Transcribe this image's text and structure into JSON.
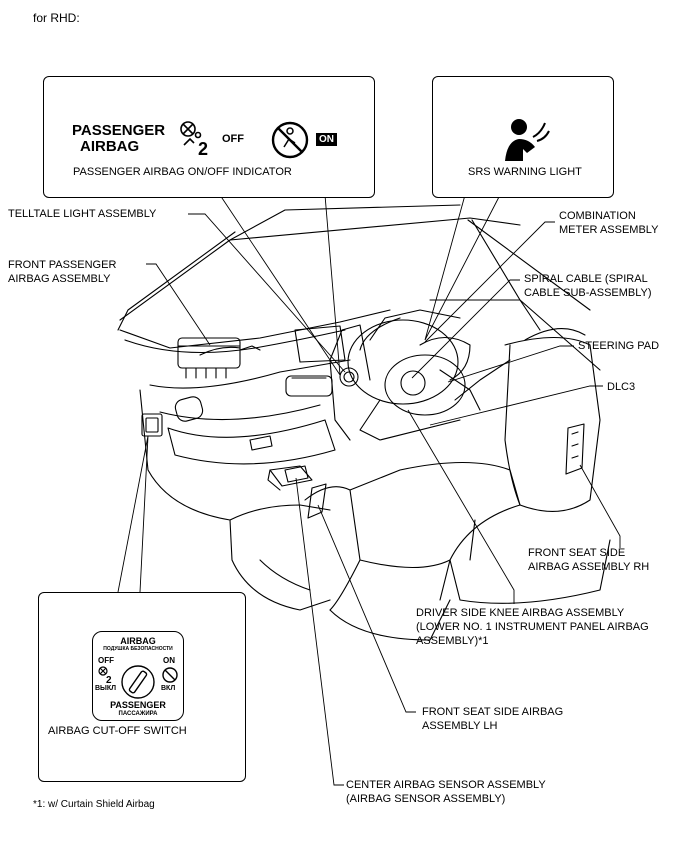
{
  "header": {
    "variant_label": "for RHD:"
  },
  "indicator_box": {
    "title_line1": "PASSENGER",
    "title_line2": "AIRBAG",
    "off_label": "OFF",
    "on_label": "ON",
    "caption": "PASSENGER AIRBAG ON/OFF INDICATOR"
  },
  "warning_box": {
    "caption": "SRS WARNING LIGHT"
  },
  "switch_box": {
    "panel_title": "AIRBAG",
    "panel_subtitle": "ПОДУШКА БЕЗОПАСНОСТИ",
    "off_label": "OFF",
    "on_label": "ON",
    "off_ru": "ВЫКЛ",
    "on_ru": "ВКЛ",
    "bottom_title": "PASSENGER",
    "bottom_ru": "ПАССАЖИРА",
    "caption": "AIRBAG CUT-OFF SWITCH"
  },
  "callouts": {
    "telltale": "TELLTALE LIGHT ASSEMBLY",
    "front_passenger_1": "FRONT PASSENGER",
    "front_passenger_2": "AIRBAG ASSEMBLY",
    "combination_1": "COMBINATION",
    "combination_2": "METER ASSEMBLY",
    "spiral_1": "SPIRAL CABLE (SPIRAL",
    "spiral_2": "CABLE SUB-ASSEMBLY)",
    "steering_pad": "STEERING PAD",
    "dlc3": "DLC3",
    "seat_rh_1": "FRONT SEAT SIDE",
    "seat_rh_2": "AIRBAG ASSEMBLY RH",
    "knee_1": "DRIVER SIDE KNEE AIRBAG ASSEMBLY",
    "knee_2": "(LOWER NO. 1 INSTRUMENT PANEL AIRBAG",
    "knee_3": "ASSEMBLY)*1",
    "seat_lh_1": "FRONT SEAT SIDE AIRBAG",
    "seat_lh_2": "ASSEMBLY LH",
    "center_1": "CENTER AIRBAG SENSOR ASSEMBLY",
    "center_2": "(AIRBAG SENSOR ASSEMBLY)"
  },
  "footnote": "*1: w/ Curtain Shield Airbag",
  "icons": [
    "passenger-airbag-off-icon",
    "passenger-airbag-on-icon",
    "srs-warning-icon",
    "key-slot-icon"
  ]
}
